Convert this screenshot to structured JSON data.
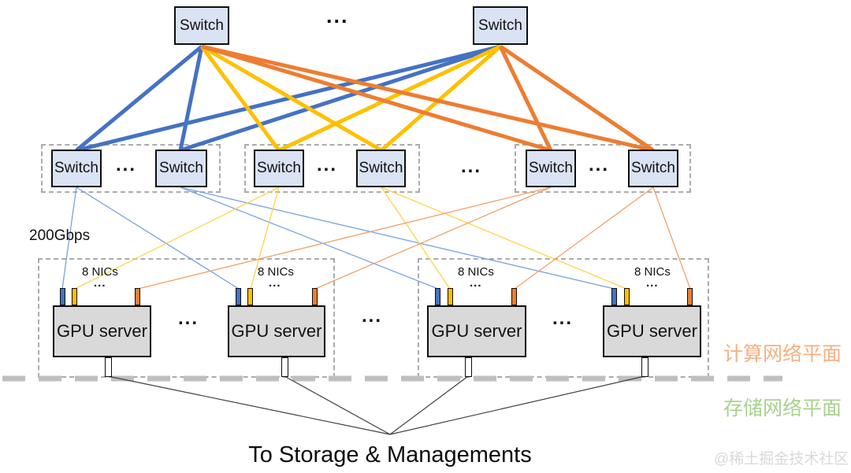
{
  "labels": {
    "switch": "Switch",
    "gpu_server": "GPU server",
    "nics": "8 NICs",
    "ellipsis": "...",
    "bandwidth": "200Gbps",
    "to_storage": "To Storage & Managements",
    "compute_plane": "计算网络平面",
    "storage_plane": "存储网络平面",
    "watermark": "@稀土掘金技术社区"
  },
  "colors": {
    "link_blue": "#4472C4",
    "link_yellow": "#FFC000",
    "link_orange": "#ED7D31",
    "switch_fill": "#DAE3F3",
    "server_fill": "#D9D9D9",
    "group_border": "#ABABAB",
    "separator_gray": "#BFBFBF",
    "compute_plane_text": "#F4B183",
    "storage_plane_text": "#A9D18E",
    "watermark_text": "#D9D9D9"
  }
}
